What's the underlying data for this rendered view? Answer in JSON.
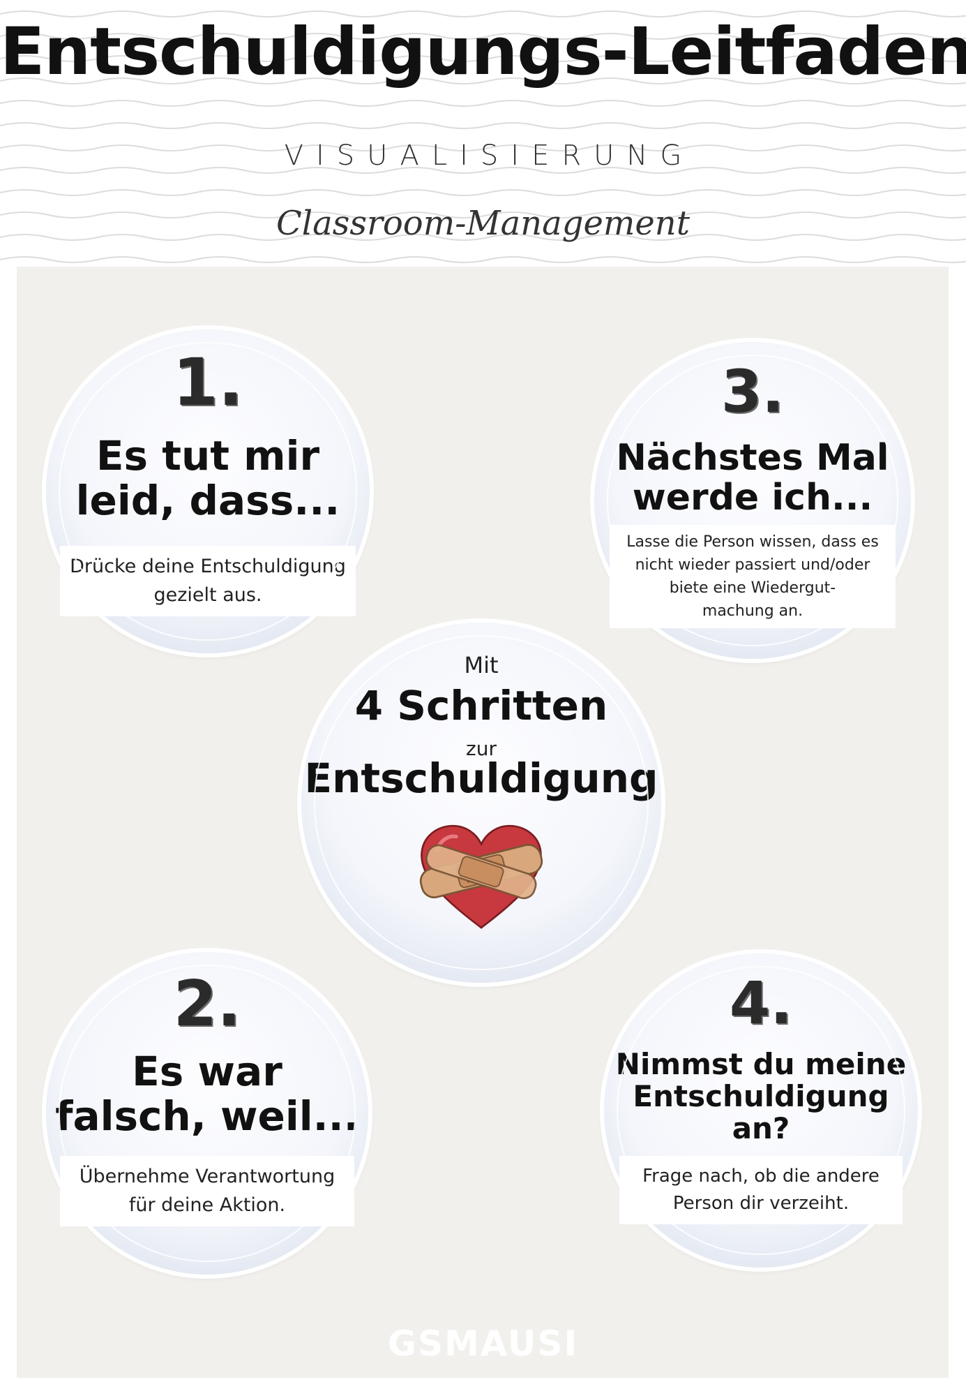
{
  "header": {
    "title": "Entschuldigungs-Leitfaden",
    "subtitle": "VISUALISIERUNG",
    "tagline": "Classroom-Management"
  },
  "center": {
    "line1": "Mit",
    "line2": "4 Schritten",
    "line3": "zur",
    "line4": "Entschuldigung",
    "icon": "bandaged-heart-icon"
  },
  "steps": [
    {
      "number": "1.",
      "heading_lines": [
        "Es tut mir",
        "leid, dass..."
      ],
      "description_lines": [
        "Drücke deine Entschuldigung",
        "gezielt aus."
      ]
    },
    {
      "number": "2.",
      "heading_lines": [
        "Es war",
        "falsch, weil..."
      ],
      "description_lines": [
        "Übernehme Verantwortung",
        "für deine Aktion."
      ]
    },
    {
      "number": "3.",
      "heading_lines": [
        "Nächstes Mal",
        "werde ich..."
      ],
      "description_lines": [
        "Lasse die Person wissen, dass es",
        "nicht wieder passiert und/oder",
        "biete eine Wiedergut-",
        "machung an."
      ]
    },
    {
      "number": "4.",
      "heading_lines": [
        "Nimmst du meine",
        "Entschuldigung",
        "an?"
      ],
      "description_lines": [
        "Frage nach, ob die andere",
        "Person dir verzeiht."
      ]
    }
  ],
  "footer": {
    "logo": "GSMAUSI"
  },
  "colors": {
    "ring": "#a9b8d4",
    "panel": "#f1f0ec",
    "heart": "#c8383f",
    "bandage": "#d9a77c"
  }
}
